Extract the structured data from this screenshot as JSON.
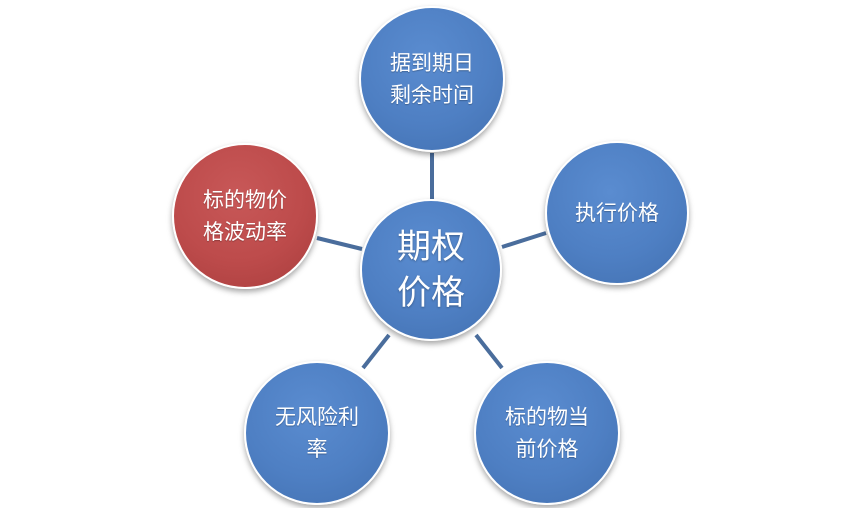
{
  "diagram": {
    "center": {
      "label": "期权\n价格"
    },
    "nodes": [
      {
        "id": "top",
        "label": "据到期日\n剩余时间"
      },
      {
        "id": "right",
        "label": "执行价格"
      },
      {
        "id": "bottom-right",
        "label": "标的物当\n前价格"
      },
      {
        "id": "bottom-left",
        "label": "无风险利\n率"
      },
      {
        "id": "left",
        "label": "标的物价\n格波动率"
      }
    ]
  },
  "colors": {
    "node_blue": "#4f81bd",
    "node_red": "#c0504d",
    "connector": "#4a6d9c",
    "text": "#ffffff"
  }
}
